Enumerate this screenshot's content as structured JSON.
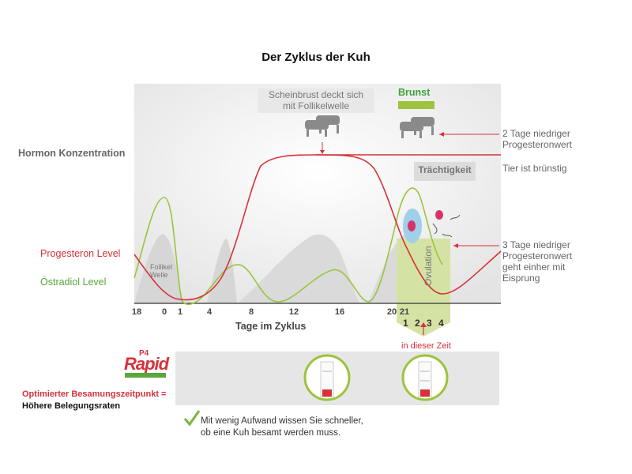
{
  "title": "Der Zyklus der Kuh",
  "y_axis_label": "Hormon Konzentration",
  "legend": {
    "progesterone": "Progesteron Level",
    "estradiol": "Östradiol Level"
  },
  "x_axis_label": "Tage im Zyklus",
  "x_ticks": [
    "18",
    "0",
    "1",
    "4",
    "8",
    "12",
    "16",
    "20",
    "21"
  ],
  "annotations": {
    "scheinbrust_line1": "Scheinbrust deckt sich",
    "scheinbrust_line2": "mit Follikelwelle",
    "brunst": "Brunst",
    "traechtigkeit": "Trächtigkeit",
    "ovulation": "Ovulation",
    "follikel_line1": "Follikel",
    "follikel_line2": "Welle",
    "note_low_p4_line1": "2 Tage niedriger",
    "note_low_p4_line2": "Progesteronwert",
    "note_bruenstig": "Tier ist brünstig",
    "note_ovulation_line1": "3 Tage niedriger",
    "note_ovulation_line2": "Progesteronwert",
    "note_ovulation_line3": "geht einher mit",
    "note_ovulation_line4": "Eisprung",
    "window_days": [
      "1",
      "2",
      "3",
      "4"
    ],
    "in_dieser_zeit": "in dieser Zeit"
  },
  "logo": {
    "p4": "P4",
    "name": "Rapid"
  },
  "optimized_line1": "Optimierter Besamungszeitpunkt =",
  "optimized_line2": "Höhere Belegungsraten",
  "bottom_text_line1": "Mit wenig Aufwand wissen Sie schneller,",
  "bottom_text_line2": "ob eine Kuh besamt werden muss.",
  "colors": {
    "progesterone": "#d6323a",
    "estradiol": "#9cc43c",
    "window": "#d4e3a4",
    "brunst_bar": "#9cc43c",
    "follicle_wave": "#d9d9d9",
    "plot_bg": "#f0f0f0"
  }
}
